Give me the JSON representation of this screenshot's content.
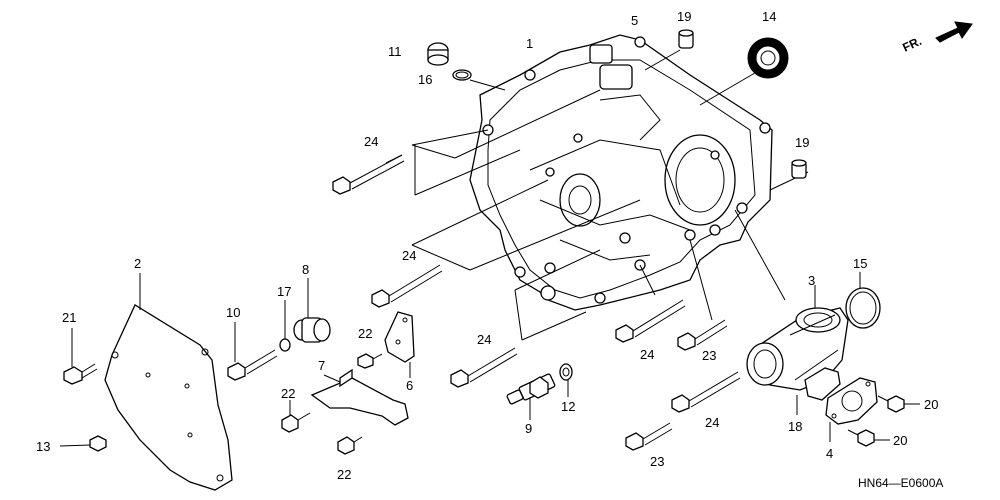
{
  "direction_marker": {
    "text": "FR."
  },
  "diagram_code": "HN64—E0600A",
  "callouts": [
    {
      "id": "c1",
      "text": "1"
    },
    {
      "id": "c2",
      "text": "2"
    },
    {
      "id": "c3",
      "text": "3"
    },
    {
      "id": "c4",
      "text": "4"
    },
    {
      "id": "c5",
      "text": "5"
    },
    {
      "id": "c6",
      "text": "6"
    },
    {
      "id": "c7",
      "text": "7"
    },
    {
      "id": "c8",
      "text": "8"
    },
    {
      "id": "c9",
      "text": "9"
    },
    {
      "id": "c10",
      "text": "10"
    },
    {
      "id": "c11",
      "text": "11"
    },
    {
      "id": "c12",
      "text": "12"
    },
    {
      "id": "c13",
      "text": "13"
    },
    {
      "id": "c14",
      "text": "14"
    },
    {
      "id": "c15",
      "text": "15"
    },
    {
      "id": "c16",
      "text": "16"
    },
    {
      "id": "c17",
      "text": "17"
    },
    {
      "id": "c18",
      "text": "18"
    },
    {
      "id": "c19a",
      "text": "19"
    },
    {
      "id": "c19b",
      "text": "19"
    },
    {
      "id": "c20a",
      "text": "20"
    },
    {
      "id": "c20b",
      "text": "20"
    },
    {
      "id": "c21",
      "text": "21"
    },
    {
      "id": "c22a",
      "text": "22"
    },
    {
      "id": "c22b",
      "text": "22"
    },
    {
      "id": "c22c",
      "text": "22"
    },
    {
      "id": "c23a",
      "text": "23"
    },
    {
      "id": "c23b",
      "text": "23"
    },
    {
      "id": "c24a",
      "text": "24"
    },
    {
      "id": "c24b",
      "text": "24"
    },
    {
      "id": "c24c",
      "text": "24"
    },
    {
      "id": "c24d",
      "text": "24"
    }
  ]
}
